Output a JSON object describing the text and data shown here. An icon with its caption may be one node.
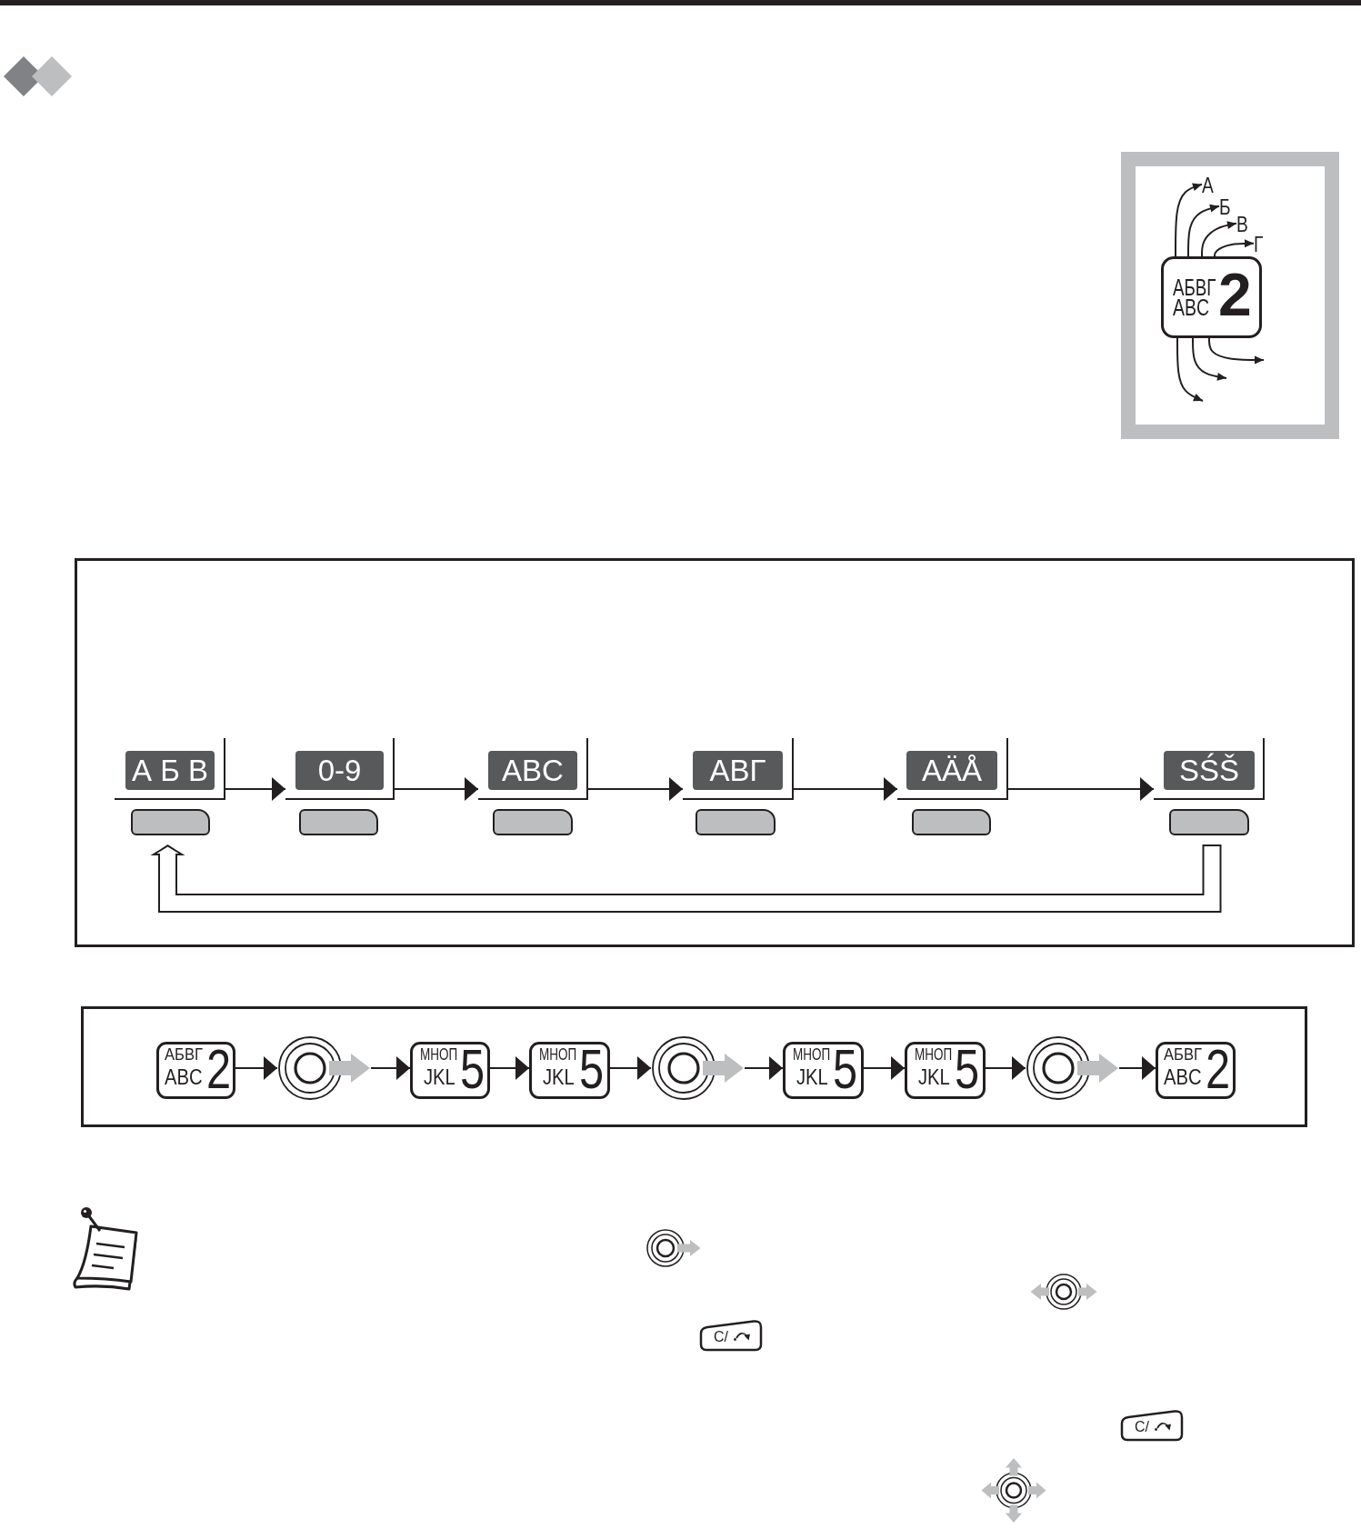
{
  "diagram": {
    "nodes": [
      {
        "text": [],
        "shape": "box"
      },
      {
        "text": [
          "А"
        ],
        "in": 0
      },
      {
        "text": [
          "Б"
        ],
        "in": 0
      },
      {
        "text": [
          "В"
        ],
        "in": 0
      },
      {
        "text": [
          "Г"
        ],
        "in": 0
      },
      {
        "text": [
          "АБВГ",
          "ABC",
          "2"
        ],
        "in": 0
      },
      {
        "text": [],
        "shape": "box"
      },
      {
        "text": [
          "А Б В"
        ],
        "in": 6
      },
      {
        "text": [
          "0-9"
        ],
        "in": 6
      },
      {
        "text": [
          "ABC"
        ],
        "in": 6
      },
      {
        "text": [
          "ΑΒΓ"
        ],
        "in": 6
      },
      {
        "text": [
          "AÄÅ"
        ],
        "in": 6
      },
      {
        "text": [
          "SŚŠ"
        ],
        "in": 6
      },
      {
        "text": [],
        "shape": "box",
        "in": 6
      },
      {
        "text": [],
        "shape": "box",
        "in": 6
      },
      {
        "text": [],
        "shape": "box",
        "in": 6
      },
      {
        "text": [],
        "shape": "box",
        "in": 6
      },
      {
        "text": [],
        "shape": "box",
        "in": 6
      },
      {
        "text": [],
        "shape": "box",
        "in": 6
      },
      {
        "text": [],
        "shape": "box"
      },
      {
        "text": [
          "АБВГ",
          "ABC",
          "2"
        ],
        "in": 19
      },
      {
        "text": [],
        "shape": "circle",
        "in": 19
      },
      {
        "text": [
          "МНОП",
          "JKL",
          "5"
        ],
        "in": 19
      },
      {
        "text": [
          "МНОП",
          "JKL",
          "5"
        ],
        "in": 19
      },
      {
        "text": [],
        "shape": "circle",
        "in": 19
      },
      {
        "text": [
          "МНОП",
          "JKL",
          "5"
        ],
        "in": 19
      },
      {
        "text": [
          "МНОП",
          "JKL",
          "5"
        ],
        "in": 19
      },
      {
        "text": [],
        "shape": "circle",
        "in": 19
      },
      {
        "text": [
          "АБВГ",
          "ABC",
          "2"
        ],
        "in": 19
      },
      {
        "text": [
          "C/"
        ]
      },
      {
        "text": [
          "C/"
        ]
      }
    ],
    "edges": [
      {
        "from": 5,
        "to": 1,
        "arrow": "to"
      },
      {
        "from": 5,
        "to": 2,
        "arrow": "to"
      },
      {
        "from": 5,
        "to": 3,
        "arrow": "to"
      },
      {
        "from": 5,
        "to": 4,
        "arrow": "to"
      },
      {
        "from": 5,
        "to": null,
        "arrow": "to"
      },
      {
        "from": 5,
        "to": null,
        "arrow": "to"
      },
      {
        "from": 5,
        "to": null,
        "arrow": "to"
      },
      {
        "from": 7,
        "to": 8,
        "arrow": "to"
      },
      {
        "from": 8,
        "to": 9,
        "arrow": "to"
      },
      {
        "from": 9,
        "to": 10,
        "arrow": "to"
      },
      {
        "from": 10,
        "to": 11,
        "arrow": "to"
      },
      {
        "from": 11,
        "to": 12,
        "arrow": "to"
      },
      {
        "from": 18,
        "to": 13,
        "arrow": "to",
        "style": "thick"
      },
      {
        "from": 20,
        "to": 21,
        "arrow": "to"
      },
      {
        "from": 21,
        "to": 22,
        "arrow": "to"
      },
      {
        "from": 22,
        "to": 23,
        "arrow": "to"
      },
      {
        "from": 23,
        "to": 24,
        "arrow": "to"
      },
      {
        "from": 24,
        "to": 25,
        "arrow": "to"
      },
      {
        "from": 25,
        "to": 26,
        "arrow": "to"
      },
      {
        "from": 26,
        "to": 27,
        "arrow": "to"
      },
      {
        "from": 27,
        "to": 28,
        "arrow": "to"
      }
    ]
  }
}
